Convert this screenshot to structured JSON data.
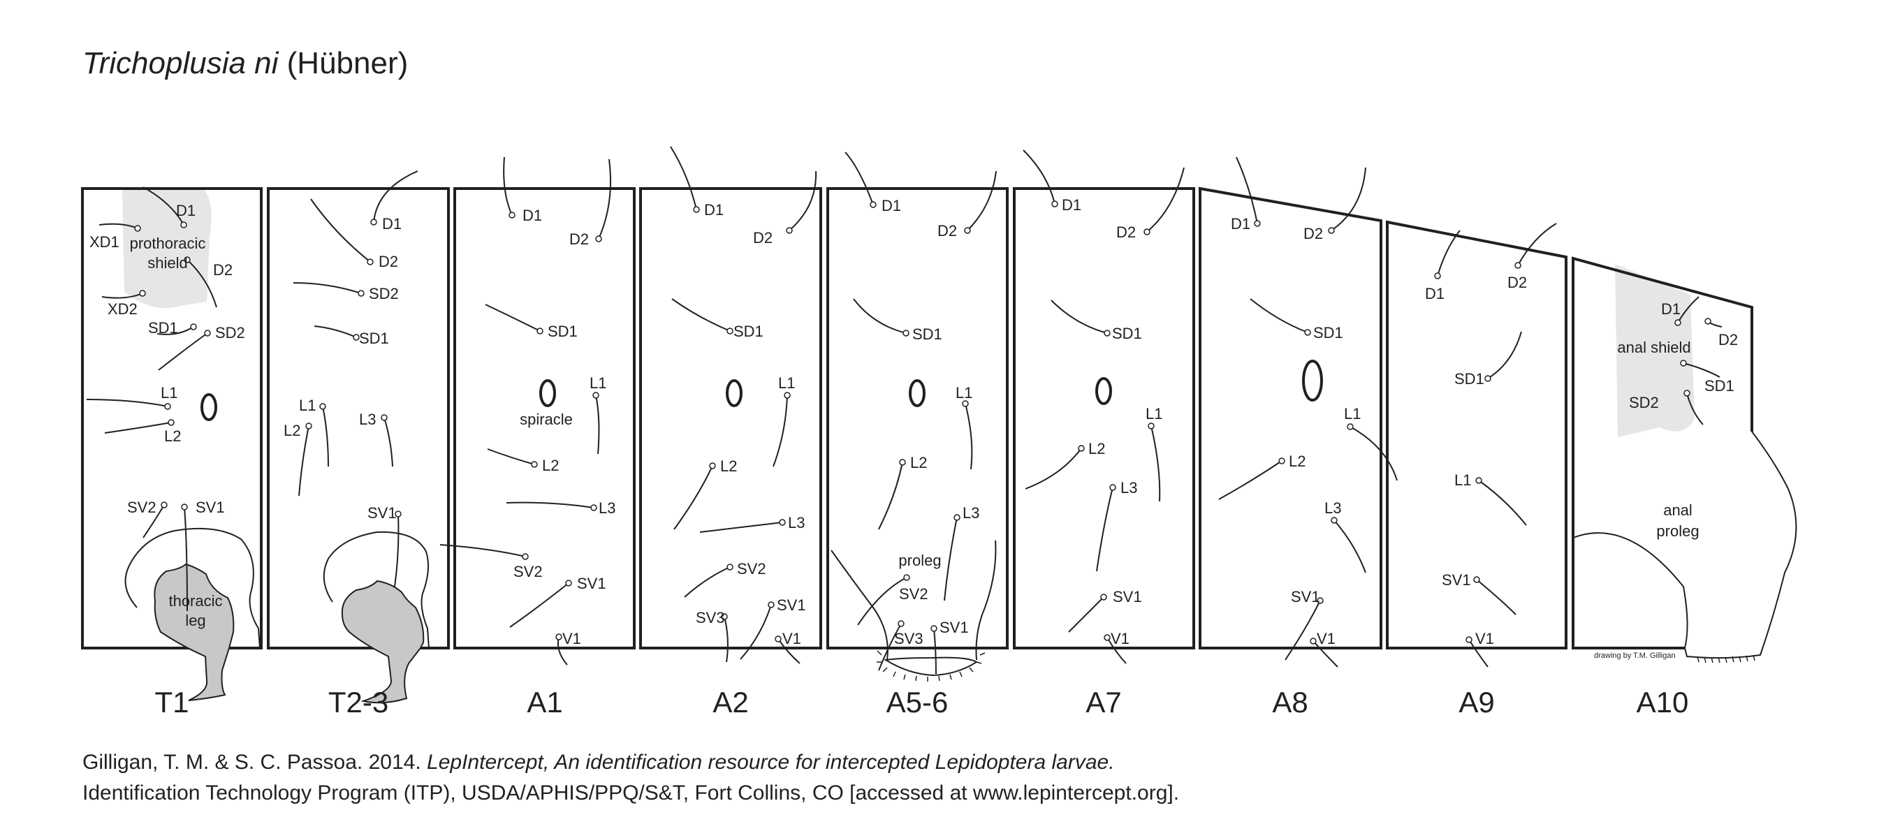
{
  "title": {
    "species": "Trichoplusia ni",
    "author": "(Hübner)"
  },
  "segments": [
    "T1",
    "T2-3",
    "A1",
    "A2",
    "A5-6",
    "A7",
    "A8",
    "A9",
    "A10"
  ],
  "setae": {
    "T1": [
      "D1",
      "XD1",
      "D2",
      "XD2",
      "SD1",
      "SD2",
      "L1",
      "L2",
      "SV2",
      "SV1"
    ],
    "T2_3": [
      "D1",
      "D2",
      "SD2",
      "SD1",
      "L1",
      "L2",
      "L3",
      "SV1"
    ],
    "A1": [
      "D1",
      "D2",
      "SD1",
      "L1",
      "L2",
      "L3",
      "SV2",
      "SV1",
      "V1"
    ],
    "A2": [
      "D1",
      "D2",
      "SD1",
      "L1",
      "L2",
      "L3",
      "SV2",
      "SV3",
      "SV1",
      "V1"
    ],
    "A5_6": [
      "D1",
      "D2",
      "SD1",
      "L1",
      "L2",
      "L3",
      "SV2",
      "SV3",
      "SV1"
    ],
    "A7": [
      "D1",
      "D2",
      "SD1",
      "L1",
      "L2",
      "L3",
      "SV1",
      "V1"
    ],
    "A8": [
      "D1",
      "D2",
      "SD1",
      "L1",
      "L2",
      "L3",
      "SV1",
      "V1"
    ],
    "A9": [
      "D1",
      "D2",
      "SD1",
      "L1",
      "SV1",
      "V1"
    ],
    "A10": [
      "D1",
      "D2",
      "SD1",
      "SD2"
    ]
  },
  "structures": {
    "prothoracic_shield": [
      "prothoracic",
      "shield"
    ],
    "thoracic_leg": [
      "thoracic",
      "leg"
    ],
    "spiracle": "spiracle",
    "proleg": "proleg",
    "anal_shield": "anal shield",
    "anal_proleg": [
      "anal",
      "proleg"
    ]
  },
  "drawing_credit": "drawing by T.M. Gilligan",
  "citation": {
    "authors": "Gilligan, T. M. & S. C. Passoa. 2014.",
    "work": "LepIntercept, An identification resource for intercepted Lepidoptera larvae.",
    "line2": "Identification Technology Program (ITP), USDA/APHIS/PPQ/S&T, Fort Collins, CO [accessed at www.lepintercept.org]."
  },
  "colors": {
    "ink": "#231f20",
    "shield": "#e6e6e6",
    "leg": "#c8c8c8"
  }
}
